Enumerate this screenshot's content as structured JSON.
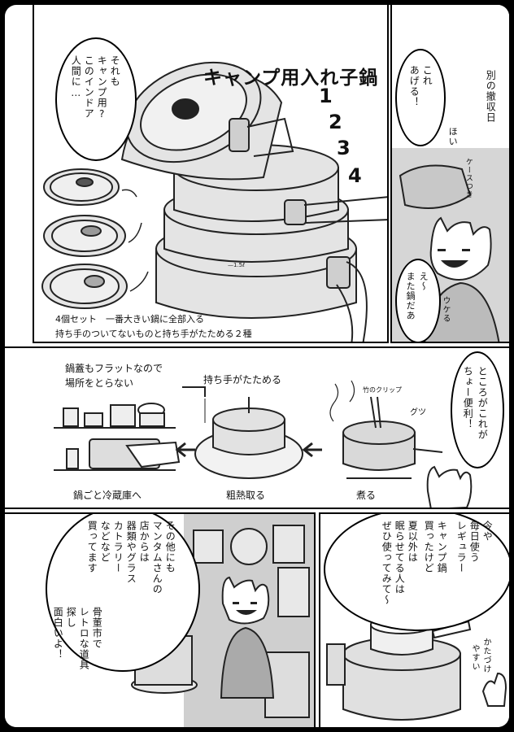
{
  "title": "キャンプ用入れ子鍋",
  "pot_numbers": [
    "1",
    "2",
    "3",
    "4"
  ],
  "panel1": {
    "bubble": [
      "それも",
      "キャンプ用?",
      "このインドア",
      "人間に…"
    ],
    "caption_line1": "4個セット　一番大きい鍋に全部入る",
    "caption_line2": "持ち手のついてないものと持ち手がたためる２種"
  },
  "panel2": {
    "narration": "別の撤収日",
    "bubble1": [
      "これ",
      "あげる！"
    ],
    "sfx_hoi": "ほい",
    "case_note": "ケースつき",
    "bubble2": [
      "え～",
      "また鍋だあ"
    ],
    "sfx_ukeru": "ウケる"
  },
  "panel3": {
    "top_text": [
      "鍋蓋もフラットなので",
      "場所をとらない"
    ],
    "fold_text": "持ち手がたためる",
    "bubble": [
      "ところがこれが",
      "ちょー便利！"
    ],
    "clip_label": "竹のクリップ",
    "sfx_guts": "グツ",
    "label_fridge": "鍋ごと冷蔵庫へ",
    "label_cool": "粗熱取る",
    "label_boil": "煮る"
  },
  "panel4": {
    "bubble1": [
      "その他にも",
      "マンタムさんの",
      "店からは",
      "器類やグラス",
      "カトラリー",
      "などなど",
      "買ってます"
    ],
    "bubble2": [
      "骨董市で",
      "レトロな道具",
      "探し",
      "面白いよ！"
    ]
  },
  "panel5": {
    "bubble": [
      "今や",
      "毎日使う",
      "レギュラー",
      "キャンプ鍋",
      "買ったけど",
      "夏以外は",
      "眠らせてる人は",
      "ぜひ使ってみて～"
    ],
    "note": [
      "かたづけ",
      "やすい"
    ]
  }
}
